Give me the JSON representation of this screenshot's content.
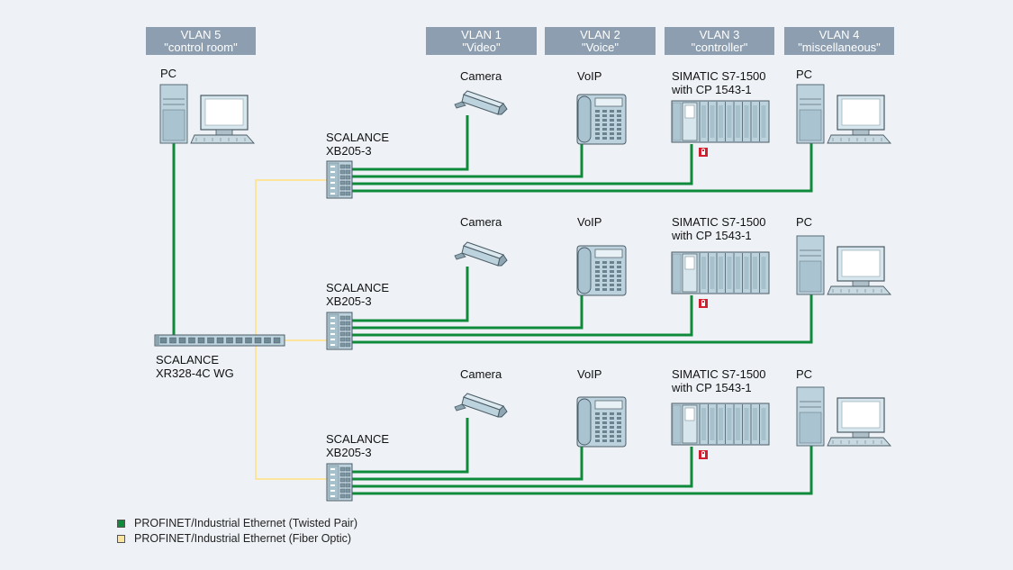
{
  "vlans": [
    {
      "name": "VLAN 5",
      "desc": "\"control room\""
    },
    {
      "name": "VLAN 1",
      "desc": "\"Video\""
    },
    {
      "name": "VLAN 2",
      "desc": "\"Voice\""
    },
    {
      "name": "VLAN 3",
      "desc": "\"controller\""
    },
    {
      "name": "VLAN 4",
      "desc": "\"miscellaneous\""
    }
  ],
  "control_room_pc": "PC",
  "core_switch": {
    "line1": "SCALANCE",
    "line2": "XR328-4C WG"
  },
  "cells": [
    {
      "switch_line1": "SCALANCE",
      "switch_line2": "XB205-3",
      "camera": "Camera",
      "voip": "VoIP",
      "plc_line1": "SIMATIC S7-1500",
      "plc_line2": "with CP 1543-1",
      "pc": "PC"
    },
    {
      "switch_line1": "SCALANCE",
      "switch_line2": "XB205-3",
      "camera": "Camera",
      "voip": "VoIP",
      "plc_line1": "SIMATIC S7-1500",
      "plc_line2": "with CP 1543-1",
      "pc": "PC"
    },
    {
      "switch_line1": "SCALANCE",
      "switch_line2": "XB205-3",
      "camera": "Camera",
      "voip": "VoIP",
      "plc_line1": "SIMATIC S7-1500",
      "plc_line2": "with CP 1543-1",
      "pc": "PC"
    }
  ],
  "legend": [
    {
      "label": "PROFINET/Industrial Ethernet (Twisted Pair)",
      "color": "#0e8a3a"
    },
    {
      "label": "PROFINET/Industrial Ethernet (Fiber Optic)",
      "color": "#fce49c"
    }
  ],
  "colors": {
    "twisted_pair": "#0e8a3a",
    "fiber_optic": "#fce49c",
    "vlan_header": "#8c9eb0",
    "device": "#bcd3de",
    "lock": "#d0202f"
  }
}
